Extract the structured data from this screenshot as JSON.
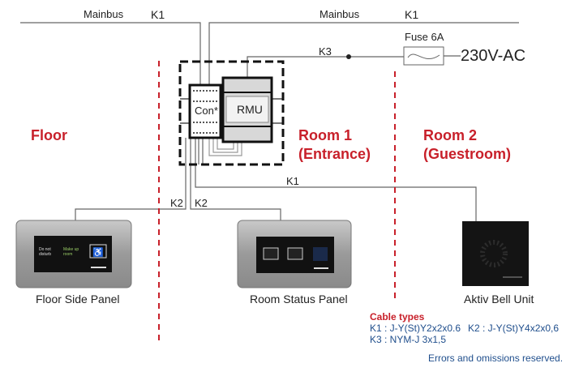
{
  "labels": {
    "mainbus_left": "Mainbus",
    "k1_left": "K1",
    "mainbus_right": "Mainbus",
    "k1_right": "K1",
    "fuse": "Fuse 6A",
    "voltage": "230V-AC",
    "k3": "K3",
    "con": "Con*",
    "rmu": "RMU",
    "k1_bell": "K1",
    "k2_left": "K2",
    "k2_right": "K2"
  },
  "zones": {
    "floor": "Floor",
    "room1": "Room 1",
    "room1_sub": "(Entrance)",
    "room2": "Room 2",
    "room2_sub": "(Guestroom)"
  },
  "devices": {
    "floor_panel": "Floor Side Panel",
    "floor_panel_text1": "Do not disturb",
    "floor_panel_text2": "Make up room",
    "room_panel": "Room Status Panel",
    "bell": "Aktiv Bell Unit"
  },
  "cables": {
    "title": "Cable types",
    "k1": "K1 :  J-Y(St)Y2x2x0.6",
    "k2": "K2 :  J-Y(St)Y4x2x0,6",
    "k3": "K3 :  NYM-J 3x1,5"
  },
  "footer": "Errors and omissions reserved.",
  "colors": {
    "zone": "#c8202a",
    "cable_text": "#1f4e8c"
  }
}
